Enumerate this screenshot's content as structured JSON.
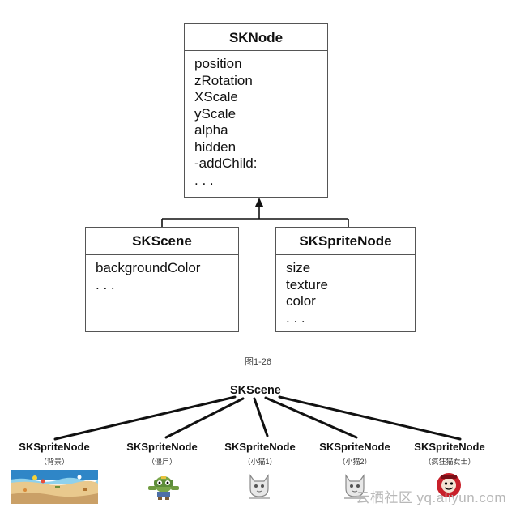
{
  "top_caption": "",
  "sknode": {
    "title": "SKNode",
    "members": [
      "position",
      "zRotation",
      "XScale",
      "yScale",
      "alpha",
      "hidden",
      "-addChild:",
      ". . ."
    ]
  },
  "skscene": {
    "title": "SKScene",
    "members": [
      "backgroundColor",
      ". . ."
    ]
  },
  "skspritenode": {
    "title": "SKSpriteNode",
    "members": [
      "size",
      "texture",
      "color",
      ". . ."
    ]
  },
  "figure_caption": "图1-26",
  "tree": {
    "root": "SKScene",
    "children": [
      {
        "title": "SKSpriteNode",
        "subtitle": "（背景）",
        "image_icon": "beach-background-image"
      },
      {
        "title": "SKSpriteNode",
        "subtitle": "（僵尸）",
        "image_icon": "zombie-sprite-image"
      },
      {
        "title": "SKSpriteNode",
        "subtitle": "（小猫1）",
        "image_icon": "cat-sprite-image"
      },
      {
        "title": "SKSpriteNode",
        "subtitle": "（小猫2）",
        "image_icon": "cat-sprite-image"
      },
      {
        "title": "SKSpriteNode",
        "subtitle": "（疯狂猫女士）",
        "image_icon": "crazy-cat-lady-sprite-image"
      }
    ]
  },
  "watermark": "云栖社区 yq.aliyun.com"
}
